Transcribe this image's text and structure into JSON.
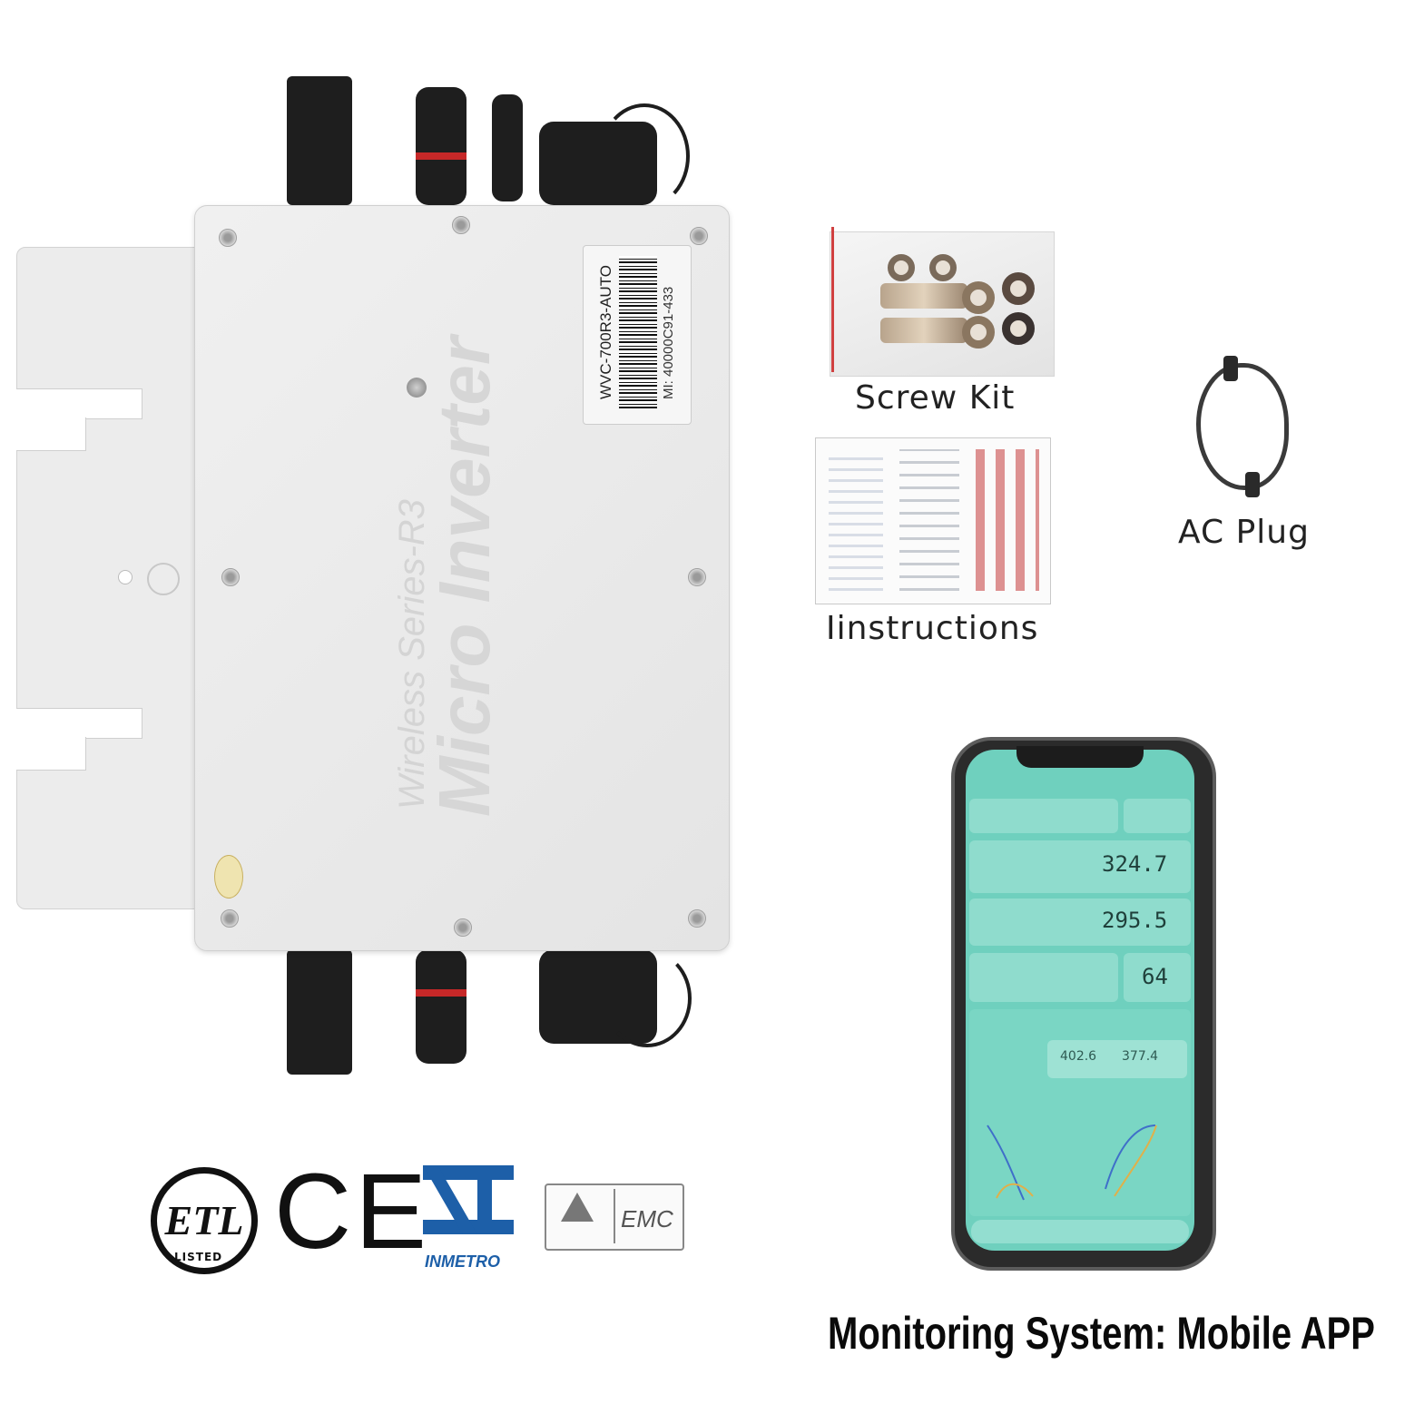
{
  "inverter": {
    "model_label": "WVC-700R3-AUTO",
    "serial_label": "MI: 40000C91-433",
    "series_text": "Wireless Series-R3",
    "product_name": "Micro Inverter"
  },
  "accessories": {
    "screw_kit_caption": "Screw Kit",
    "instructions_caption": "Iinstructions",
    "ac_plug_caption": "AC Plug"
  },
  "certifications": {
    "etl_text": "ETL",
    "etl_listed": "LISTED",
    "ce_text": "CE",
    "inmetro_text": "INMETRO",
    "emc_text": "EMC"
  },
  "phone_app": {
    "reading_1": "324.7",
    "reading_2": "295.5",
    "reading_3": "64",
    "reading_4": "402.6",
    "reading_5": "377.4"
  },
  "headline": "Monitoring System: Mobile APP",
  "colors": {
    "inverter_body": "#e8e8e8",
    "connector": "#1e1e1e",
    "app_screen": "#6fd0be",
    "inmetro_blue": "#1d5fa8",
    "text_dark": "#0a0a0a"
  }
}
